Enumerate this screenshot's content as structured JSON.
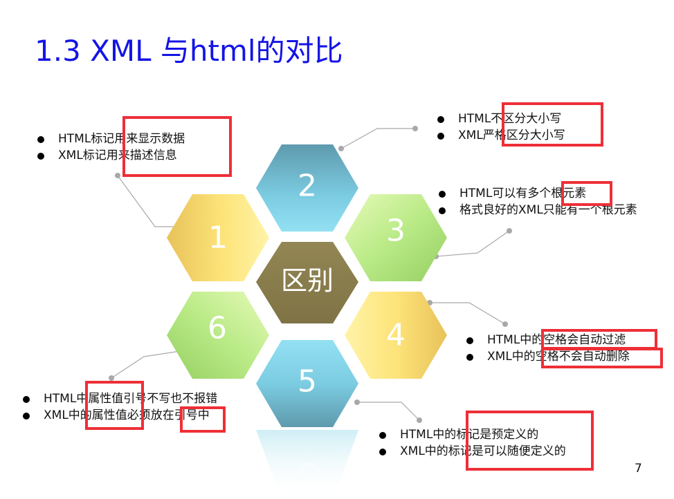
{
  "slide": {
    "title": "1.3 XML 与html的对比",
    "page_number": "7"
  },
  "diagram": {
    "center_label": "区别",
    "hexagons": [
      {
        "label": "1",
        "color_light": "#fff19a",
        "color_dark": "#e0b84a"
      },
      {
        "label": "2",
        "color_light": "#8fdcef",
        "color_dark": "#5b95a8"
      },
      {
        "label": "3",
        "color_light": "#d9f7a6",
        "color_dark": "#9fd46a"
      },
      {
        "label": "4",
        "color_light": "#fff19a",
        "color_dark": "#e0b84a"
      },
      {
        "label": "5",
        "color_light": "#8fdcef",
        "color_dark": "#5b95a8"
      },
      {
        "label": "6",
        "color_light": "#d9f7a6",
        "color_dark": "#9fd46a"
      }
    ],
    "center_color": "#8a7e4d",
    "reflection_label": "5"
  },
  "groups": [
    {
      "id": "g1",
      "items": [
        "HTML标记用来显示数据",
        "XML标记用来描述信息"
      ]
    },
    {
      "id": "g2",
      "items": [
        "HTML不区分大小写",
        "XML严格区分大小写"
      ]
    },
    {
      "id": "g3",
      "items": [
        "HTML可以有多个根元素",
        "格式良好的XML只能有一个根元素"
      ]
    },
    {
      "id": "g4",
      "items": [
        "HTML中的空格会自动过滤",
        "XML中的空格不会自动删除"
      ]
    },
    {
      "id": "g5",
      "items": [
        "HTML中的标记是预定义的",
        "XML中的标记是可以随便定义的"
      ]
    },
    {
      "id": "g6",
      "items": [
        "HTML中属性值引号不写也不报错",
        "XML中的属性值必须放在引号中"
      ]
    }
  ],
  "colors": {
    "title": "#1414e6",
    "highlight_box": "#ee2f37",
    "connector": "#a8a8a8"
  }
}
